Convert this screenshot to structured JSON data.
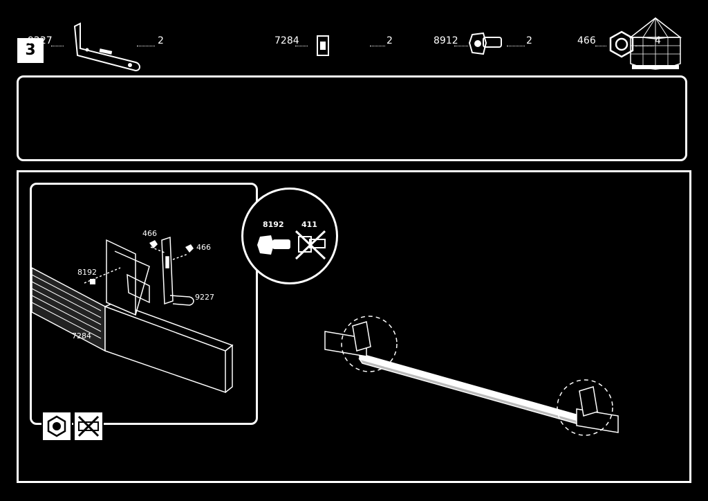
{
  "step": {
    "number": "3"
  },
  "parts": [
    {
      "code": "9227",
      "qty": "2",
      "icon": "bracket-icon"
    },
    {
      "code": "7284",
      "qty": "2",
      "icon": "clip-icon"
    },
    {
      "code": "8912",
      "qty": "2",
      "icon": "bolt-icon"
    },
    {
      "code": "466",
      "qty": "4",
      "icon": "nut-icon"
    }
  ],
  "detail": {
    "labels": {
      "nut_top": "466",
      "nut_right": "466",
      "bolt": "8192",
      "bracket": "9227",
      "clip": "7284"
    }
  },
  "callout": {
    "correct": "8192",
    "wrong": "411"
  },
  "tools": [
    "socket-wrench-icon",
    "no-drill-icon"
  ]
}
